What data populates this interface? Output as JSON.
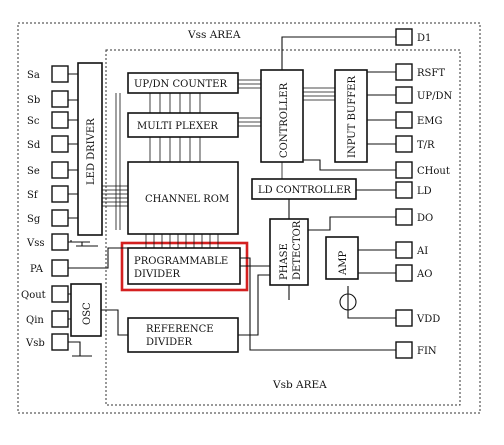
{
  "areas": {
    "vss": "Vss AREA",
    "vsb": "Vsb AREA"
  },
  "blocks": {
    "led_driver": "LED DRIVER",
    "up_dn_counter": "UP/DN COUNTER",
    "multiplexer": "MULTI PLEXER",
    "channel_rom": "CHANNEL ROM",
    "controller": "CONTROLLER",
    "input_buffer": "INPUT BUFFER",
    "ld_controller": "LD CONTROLLER",
    "programmable_divider_1": "PROGRAMMABLE",
    "programmable_divider_2": "DIVIDER",
    "phase_detector_1": "PHASE",
    "phase_detector_2": "DETECTOR",
    "amp": "AMP",
    "osc": "OSC",
    "reference_divider_1": "REFERENCE",
    "reference_divider_2": "DIVIDER"
  },
  "pins_left": [
    "Sa",
    "Sb",
    "Sc",
    "Sd",
    "Se",
    "Sf",
    "Sg",
    "Vss",
    "PA",
    "Qout",
    "Qin",
    "Vsb"
  ],
  "pins_right": [
    "D1",
    "RSFT",
    "UP/DN",
    "EMG",
    "T/R",
    "CHout",
    "LD",
    "DO",
    "AI",
    "AO",
    "VDD",
    "FIN"
  ],
  "highlight_color": "#d42020"
}
